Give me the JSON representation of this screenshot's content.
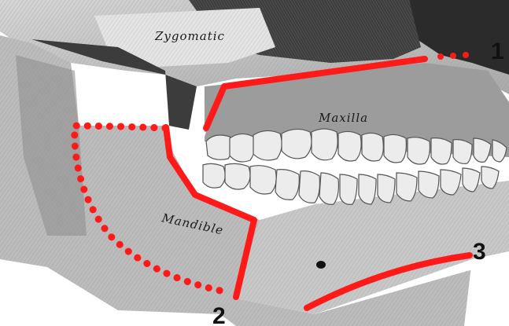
{
  "labels": {
    "zygomatic": "Zygomatic",
    "maxilla": "Maxilla",
    "mandible": "Mandible"
  },
  "markers": {
    "m1": "1",
    "m2": "2",
    "m3": "3"
  },
  "colors": {
    "osteotomy_line": "#ff1a1a",
    "bone_shade": "#bdbdbd",
    "bone_dark": "#3a3a3a",
    "tooth": "#e8e8e8"
  }
}
